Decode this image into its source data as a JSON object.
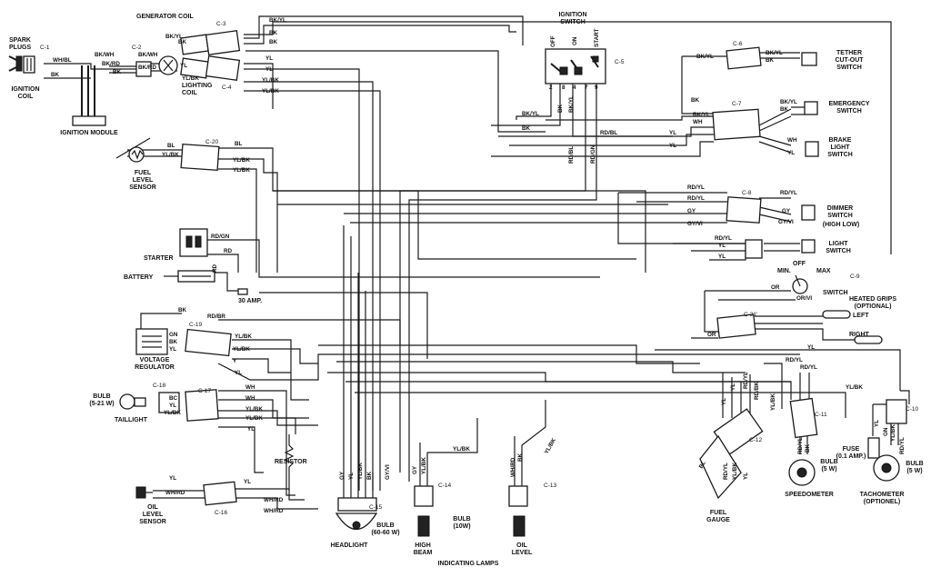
{
  "components": {
    "spark_plugs": "SPARK\nPLUGS",
    "ignition_coil": "IGNITION\nCOIL",
    "ignition_module": "IGNITION MODULE",
    "generator_coil": "GENERATOR COIL",
    "lighting_coil": "LIGHTING\nCOIL",
    "ignition_switch": "IGNITION\nSWITCH",
    "switch_off": "OFF",
    "switch_on": "ON",
    "switch_start": "START",
    "tether_switch": "TETHER\nCUT-OUT\nSWITCH",
    "emergency_switch": "EMERGENCY\nSWITCH",
    "brake_switch": "BRAKE\nLIGHT\nSWITCH",
    "fuel_sensor": "FUEL\nLEVEL\nSENSOR",
    "dimmer_switch": "DIMMER\nSWITCH",
    "high_low": "(HIGH LOW)",
    "light_switch": "LIGHT\nSWITCH",
    "starter": "STARTER",
    "battery": "BATTERY",
    "fuse_30": "30 AMP.",
    "grips_off": "OFF",
    "grips_min": "MIN.",
    "grips_max": "MAX",
    "grips_switch": "SWITCH",
    "heated_grips": "HEATED GRIPS\n(OPTIONAL)",
    "left": "LEFT",
    "right": "RIGHT",
    "voltage_regulator": "VOLTAGE\nREGULATOR",
    "bulb_tail": "BULB\n(5-21 W)",
    "taillight": "TAILLIGHT",
    "resistor": "RESISTOR",
    "oil_sensor": "OIL\nLEVEL\nSENSOR",
    "headlight": "HEADLIGHT",
    "bulb_head": "BULB\n(60-60 W)",
    "bulb_10w": "BULB\n(10W)",
    "high_beam": "HIGH\nBEAM",
    "oil_level": "OIL\nLEVEL",
    "indicating_lamps": "INDICATING LAMPS",
    "fuel_gauge": "FUEL\nGAUGE",
    "speedometer": "SPEEDOMETER",
    "bulb_5w_a": "BULB\n(5 W)",
    "fuse_01": "FUSE\n(0.1 AMP.)",
    "bulb_5w_b": "BULB\n(5 W)",
    "tachometer": "TACHOMETER\n(OPTIONEL)"
  },
  "connectors": {
    "c1": "C-1",
    "c2": "C-2",
    "c3": "C-3",
    "c4": "C-4",
    "c5": "C-5",
    "c6": "C-6",
    "c7": "C-7",
    "c8": "C-8",
    "c9": "C-9",
    "c10": "C-10",
    "c11": "C-11",
    "c12": "C-12",
    "c13": "C-13",
    "c14": "C-14",
    "c15": "C-15",
    "c16": "C-16",
    "c17": "C-17",
    "c18": "C-18",
    "c19": "C-19",
    "c20": "C-20",
    "c21": "C-21'"
  },
  "switch_pins": [
    "2",
    "8",
    "4",
    "7",
    "9"
  ],
  "wire_labels": {
    "bk": "BK",
    "bkyl": "BK/YL",
    "bkwh": "BK/WH",
    "bkrd": "BK/RD",
    "whbl": "WH/BL",
    "yl": "YL",
    "ylbk": "YL/BK",
    "rdbl": "RD/BL",
    "rdgn": "RD/GN",
    "wh": "WH",
    "bl": "BL",
    "rdyl": "RD/YL",
    "gy": "GY",
    "gyvi": "GY/VI",
    "rd": "RD",
    "or": "OR",
    "orvi": "OR/VI",
    "rdbr": "RD/BR",
    "gn": "GN",
    "bc": "BC",
    "whrd": "WH/RD",
    "y": "Y",
    "rdbk": "RD/BK",
    "rdbkyl": "RD/YL"
  }
}
